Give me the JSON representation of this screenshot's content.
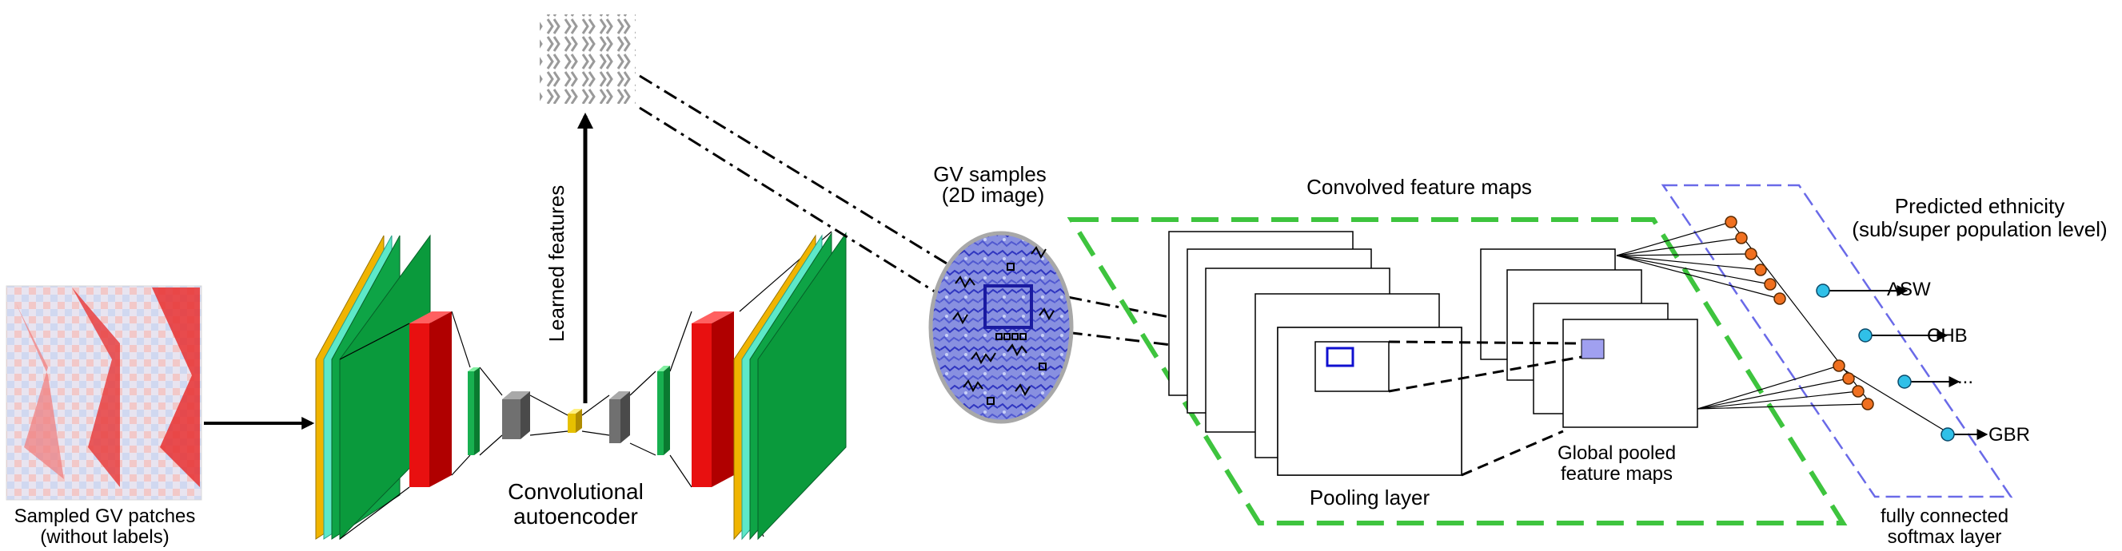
{
  "labels": {
    "patches_line1": "Sampled GV patches",
    "patches_line2": "(without labels)",
    "autoencoder_line1": "Convolutional",
    "autoencoder_line2": "autoencoder",
    "learned_features": "Learned features",
    "gv_samples_line1": "GV samples",
    "gv_samples_line2": "(2D image)",
    "convolved_maps": "Convolved feature maps",
    "pooling_layer": "Pooling layer",
    "global_pooled_line1": "Global pooled",
    "global_pooled_line2": "feature maps",
    "fc_line1": "fully connected",
    "fc_line2": "softmax layer",
    "predicted_line1": "Predicted ethnicity",
    "predicted_line2": "(sub/super population level)"
  },
  "outputs": [
    "ASW",
    "CHB",
    "...",
    "GBR"
  ],
  "colors": {
    "orange_layer": "#f0b400",
    "cyan_layer": "#5de8c8",
    "green_layer": "#0a9a3c",
    "red_layer": "#e81010",
    "gray_block": "#707070",
    "gold_code": "#e6c000",
    "dash_green": "#3ec43e",
    "dash_blue": "#6a6ae8",
    "neuron_orange": "#f07020",
    "neuron_cyan": "#30c0e8",
    "sample_blue": "#2020c0",
    "pooled_fill": "#a0a0f0"
  }
}
